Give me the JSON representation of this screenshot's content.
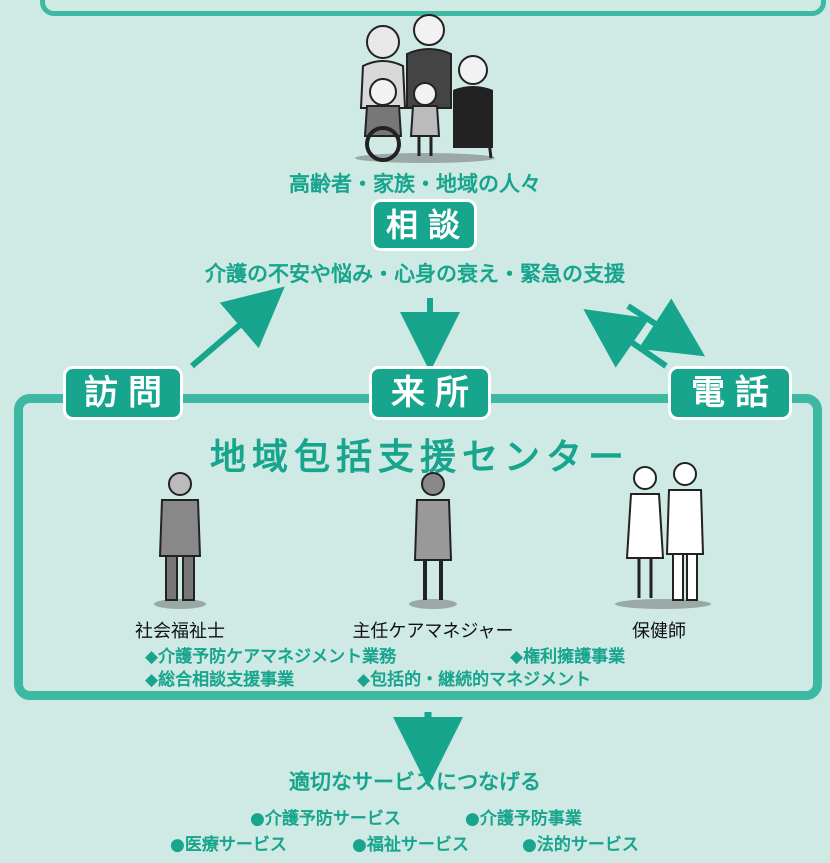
{
  "top": {
    "people_label": "高齢者・家族・地域の人々",
    "consult_badge": "相談",
    "concerns": "介護の不安や悩み・心身の衰え・緊急の支援"
  },
  "channels": {
    "visit": "訪問",
    "come": "来所",
    "phone": "電話"
  },
  "center": {
    "title": "地域包括支援センター",
    "staff": [
      {
        "label": "社会福祉士"
      },
      {
        "label": "主任ケアマネジャー"
      },
      {
        "label": "保健師"
      }
    ],
    "services_row1_a": "◆介護予防ケアマネジメント業務",
    "services_row1_b": "◆権利擁護事業",
    "services_row2_a": "◆総合相談支援事業",
    "services_row2_b": "◆包括的・継続的マネジメント"
  },
  "bottom": {
    "connect": "適切なサービスにつなげる",
    "row1_a": "●介護予防サービス",
    "row1_b": "●介護予防事業",
    "row2_a": "●医療サービス",
    "row2_b": "●福祉サービス",
    "row2_c": "●法的サービス"
  },
  "colors": {
    "background": "#cfe9e4",
    "accent": "#17a58e",
    "frame": "#3cb8a3"
  }
}
